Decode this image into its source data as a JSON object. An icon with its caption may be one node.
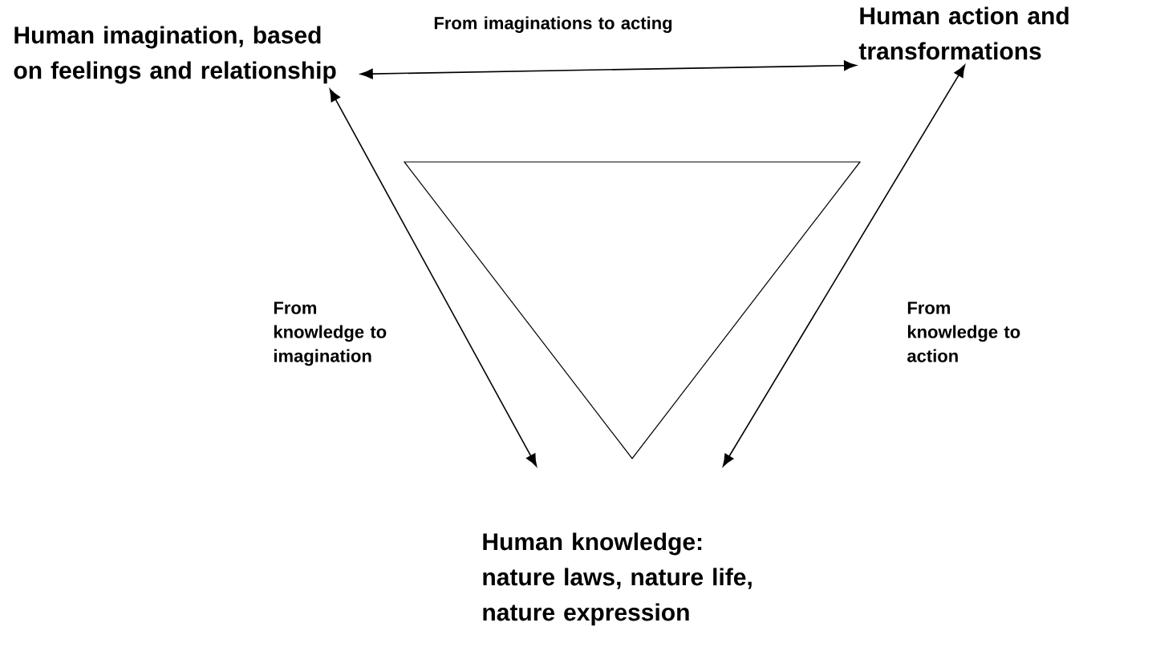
{
  "diagram": {
    "nodes": [
      {
        "text": [
          "Human imagination, based on feelings and relationship"
        ]
      },
      {
        "text": [
          "Human action and transformations"
        ]
      },
      {
        "text": [
          "Human knowledge: nature laws, nature life, nature expression"
        ]
      }
    ],
    "edges": [
      {
        "from": 0,
        "to": 1,
        "arrow": "both",
        "label": "From imaginations to acting"
      },
      {
        "from": 0,
        "to": 2,
        "arrow": "both",
        "label": "From knowledge to imagination"
      },
      {
        "from": 1,
        "to": 2,
        "arrow": "both",
        "label": "From knowledge to action"
      }
    ]
  }
}
